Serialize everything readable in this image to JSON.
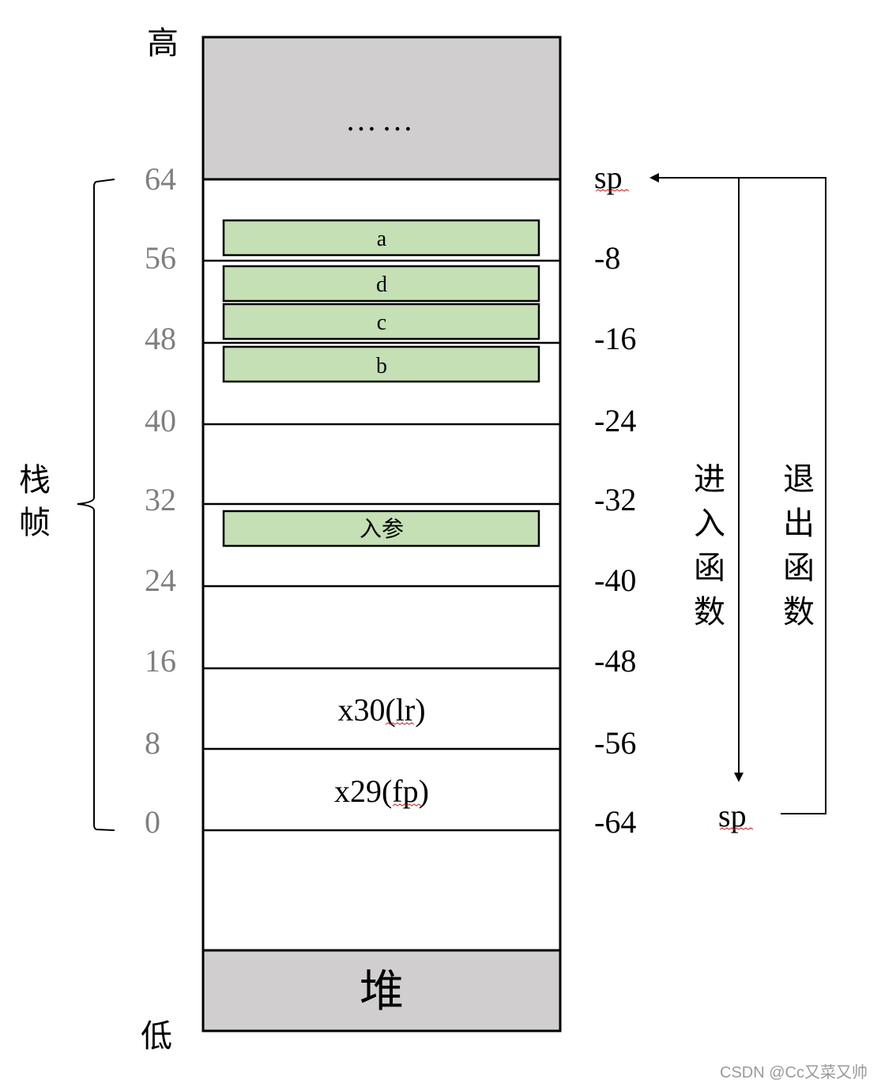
{
  "labels": {
    "high": "高",
    "low": "低",
    "ellipsis": "……",
    "heap": "堆",
    "frame_chars": [
      "栈",
      "帧"
    ],
    "enter_chars": [
      "进",
      "入",
      "函",
      "数"
    ],
    "exit_chars": [
      "退",
      "出",
      "函",
      "数"
    ],
    "sp_top": "sp",
    "sp_bottom": "sp",
    "watermark": "CSDN @Cc又菜又帅"
  },
  "addresses": [
    "64",
    "56",
    "48",
    "40",
    "32",
    "24",
    "16",
    "8",
    "0"
  ],
  "offsets": [
    "-8",
    "-16",
    "-24",
    "-32",
    "-40",
    "-48",
    "-56",
    "-64"
  ],
  "variables": [
    "a",
    "d",
    "c",
    "b",
    "入参"
  ],
  "slots": [
    "x30(lr)",
    "x29(fp)"
  ],
  "colors": {
    "region_gray": "#d0cece",
    "variable_green": "#c5e0b4",
    "line": "#000000",
    "address_text": "#7f7f7f"
  }
}
